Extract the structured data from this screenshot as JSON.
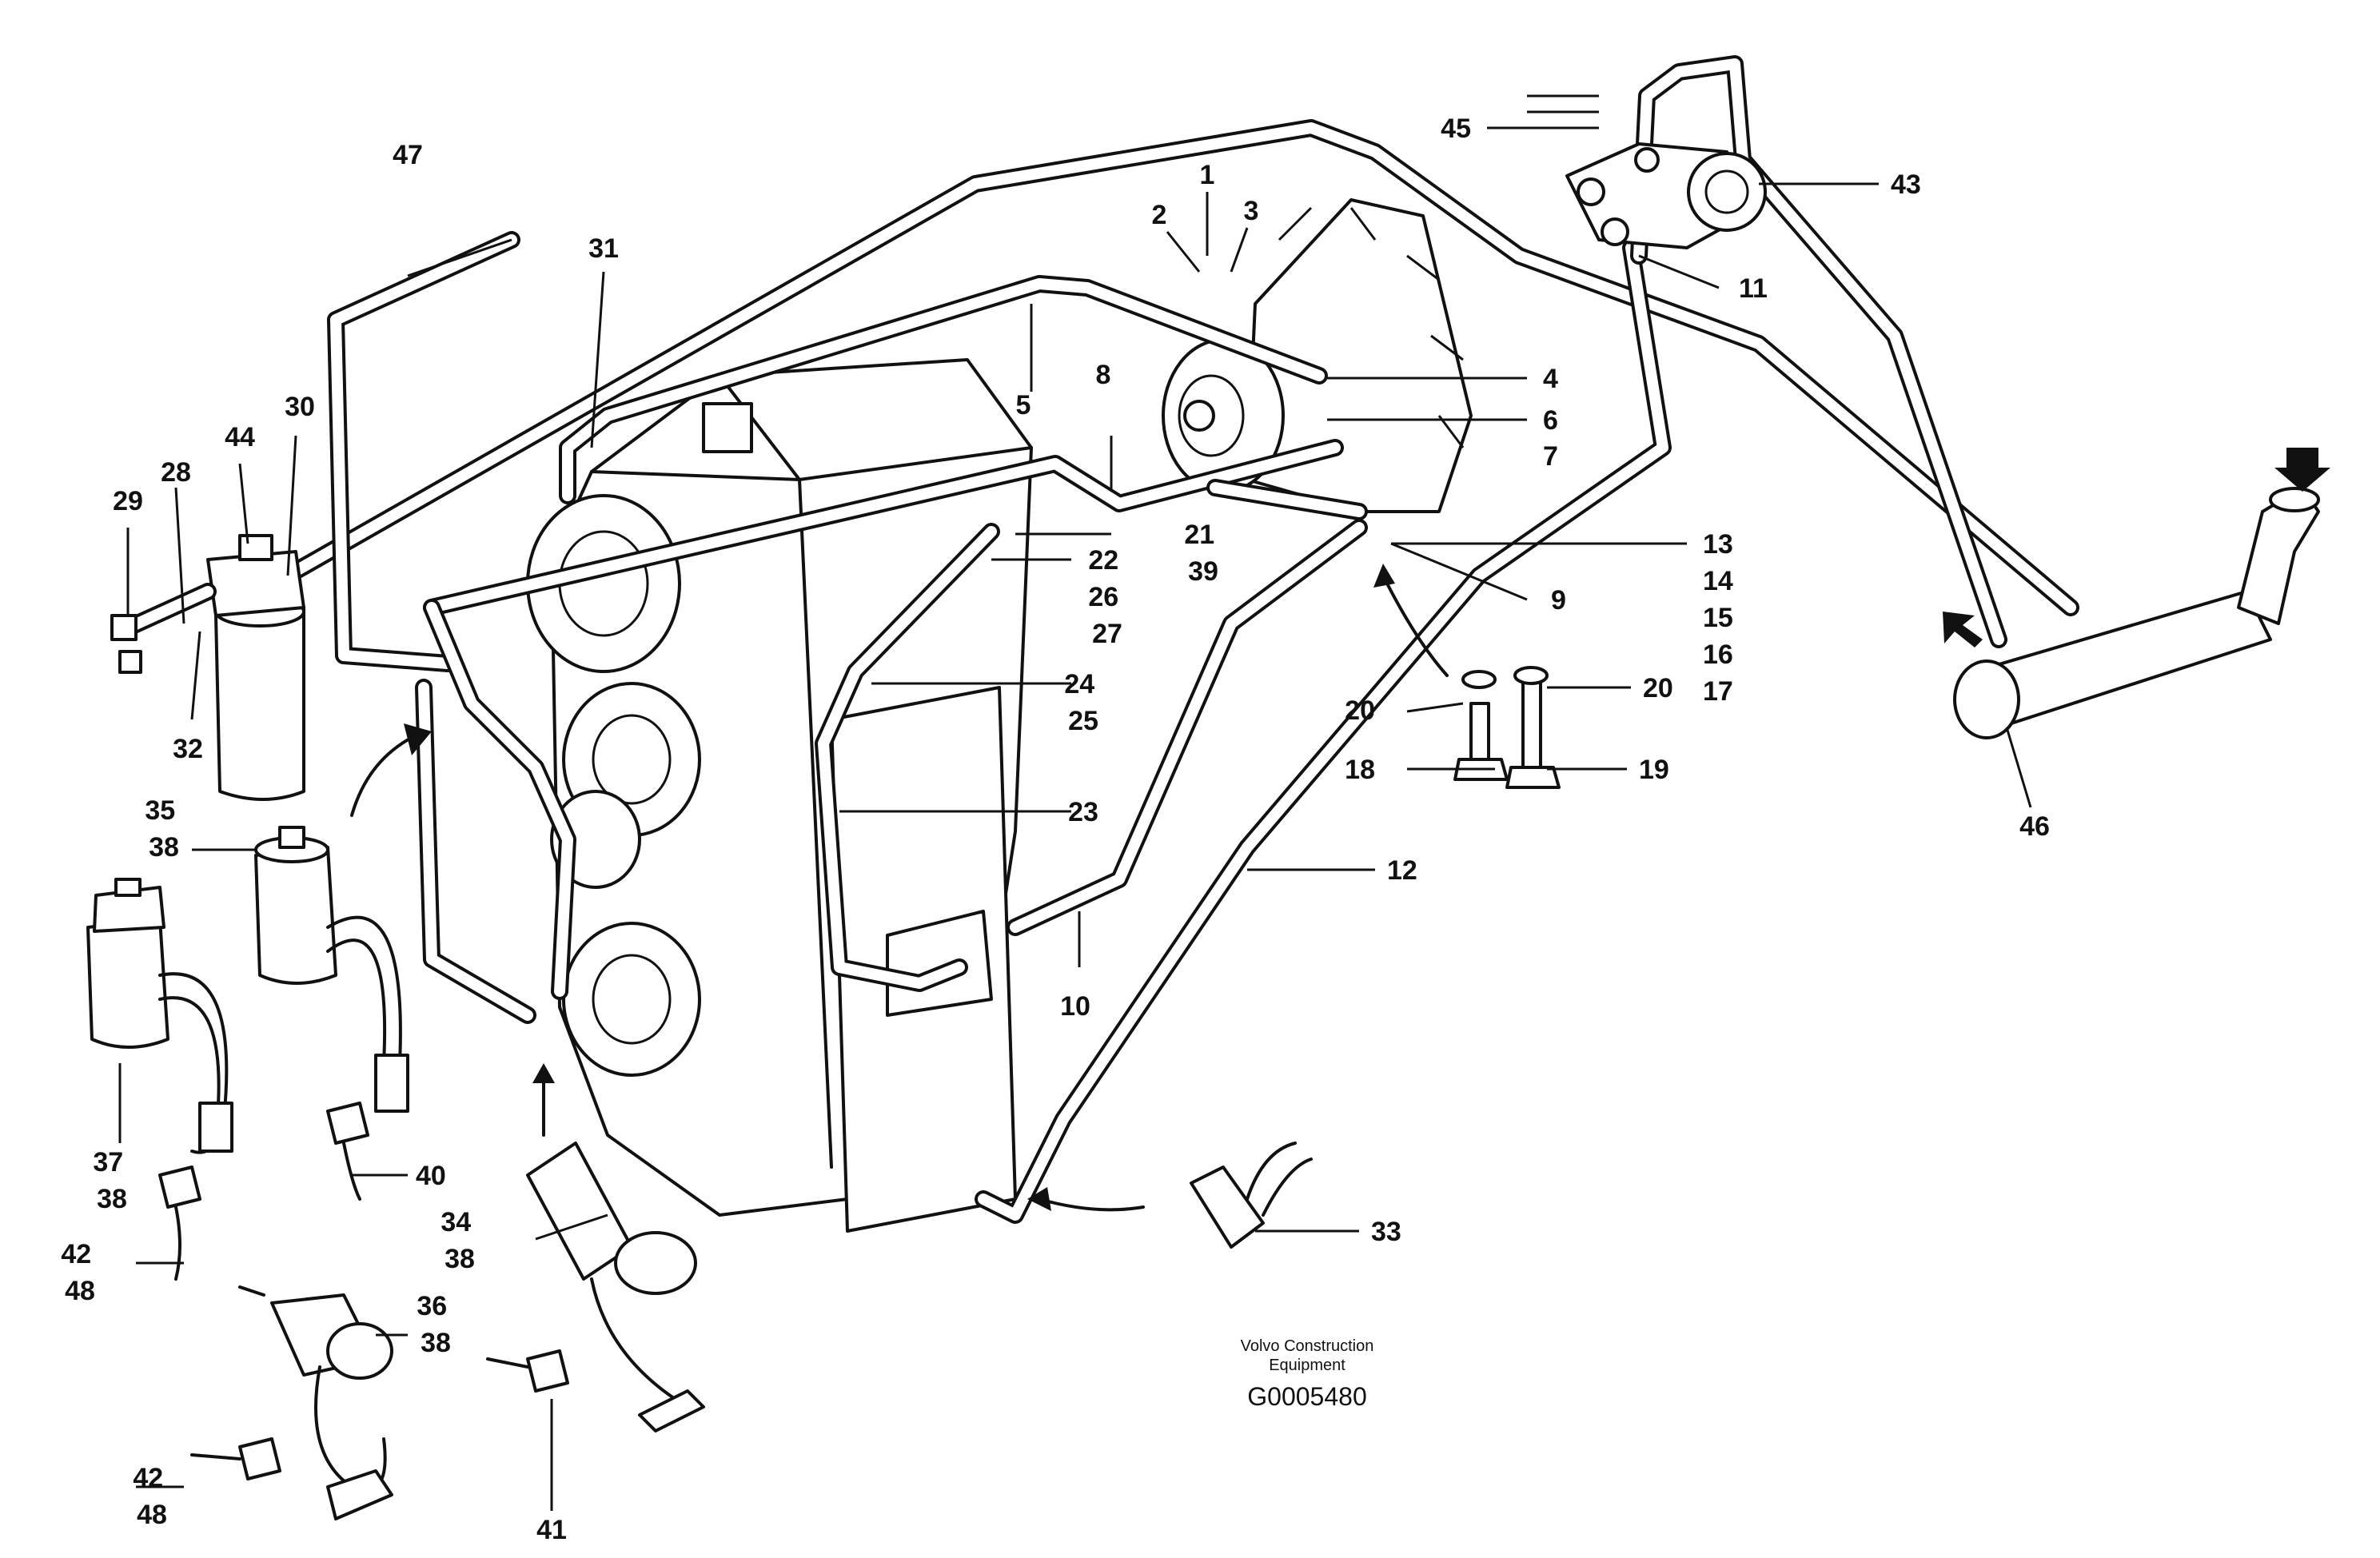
{
  "diagram": {
    "caption_line1": "Volvo Construction",
    "caption_line2": "Equipment",
    "figure_id": "G0005480"
  },
  "callouts": [
    {
      "id": "c1",
      "lines": [
        "1"
      ]
    },
    {
      "id": "c2",
      "lines": [
        "2"
      ]
    },
    {
      "id": "c3",
      "lines": [
        "3"
      ]
    },
    {
      "id": "c4",
      "lines": [
        "4"
      ]
    },
    {
      "id": "c5",
      "lines": [
        "5"
      ]
    },
    {
      "id": "c6",
      "lines": [
        "6"
      ]
    },
    {
      "id": "c7",
      "lines": [
        "7"
      ]
    },
    {
      "id": "c8",
      "lines": [
        "8"
      ]
    },
    {
      "id": "c9",
      "lines": [
        "9"
      ]
    },
    {
      "id": "c10",
      "lines": [
        "10"
      ]
    },
    {
      "id": "c11",
      "lines": [
        "11"
      ]
    },
    {
      "id": "c12",
      "lines": [
        "12"
      ]
    },
    {
      "id": "c13",
      "lines": [
        "13",
        "14",
        "15",
        "16",
        "17"
      ]
    },
    {
      "id": "c18",
      "lines": [
        "18"
      ]
    },
    {
      "id": "c19",
      "lines": [
        "19"
      ]
    },
    {
      "id": "c20a",
      "lines": [
        "20"
      ]
    },
    {
      "id": "c20b",
      "lines": [
        "20"
      ]
    },
    {
      "id": "c21",
      "lines": [
        "21",
        "39"
      ]
    },
    {
      "id": "c22",
      "lines": [
        "22",
        "26",
        "27"
      ]
    },
    {
      "id": "c23",
      "lines": [
        "23"
      ]
    },
    {
      "id": "c24",
      "lines": [
        "24",
        "25"
      ]
    },
    {
      "id": "c28",
      "lines": [
        "28"
      ]
    },
    {
      "id": "c29",
      "lines": [
        "29"
      ]
    },
    {
      "id": "c30",
      "lines": [
        "30"
      ]
    },
    {
      "id": "c31",
      "lines": [
        "31"
      ]
    },
    {
      "id": "c32",
      "lines": [
        "32"
      ]
    },
    {
      "id": "c33",
      "lines": [
        "33"
      ]
    },
    {
      "id": "c34",
      "lines": [
        "34",
        "38"
      ]
    },
    {
      "id": "c35",
      "lines": [
        "35",
        "38"
      ]
    },
    {
      "id": "c36",
      "lines": [
        "36",
        "38"
      ]
    },
    {
      "id": "c37",
      "lines": [
        "37",
        "38"
      ]
    },
    {
      "id": "c40",
      "lines": [
        "40"
      ]
    },
    {
      "id": "c41",
      "lines": [
        "41"
      ]
    },
    {
      "id": "c42a",
      "lines": [
        "42",
        "48"
      ]
    },
    {
      "id": "c42b",
      "lines": [
        "42",
        "48"
      ]
    },
    {
      "id": "c43",
      "lines": [
        "43"
      ]
    },
    {
      "id": "c44",
      "lines": [
        "44"
      ]
    },
    {
      "id": "c45",
      "lines": [
        "45"
      ]
    },
    {
      "id": "c46",
      "lines": [
        "46"
      ]
    },
    {
      "id": "c47",
      "lines": [
        "47"
      ]
    }
  ]
}
